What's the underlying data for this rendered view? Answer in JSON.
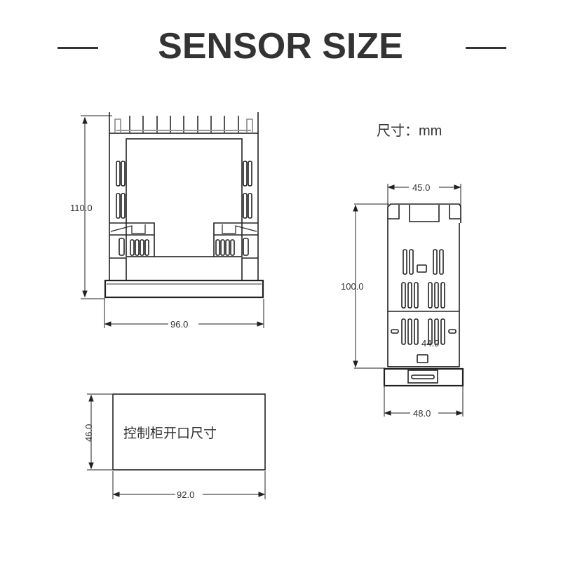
{
  "header": {
    "title": "SENSOR SIZE"
  },
  "unit_label": "尺寸：mm",
  "front_view": {
    "height_label": "110.0",
    "width_label": "96.0"
  },
  "side_view": {
    "top_width_label": "45.0",
    "height_label": "100.0",
    "inner_label": "44.0",
    "bottom_width_label": "48.0"
  },
  "cutout": {
    "label": "控制柜开口尺寸",
    "height_label": "46.0",
    "width_label": "92.0"
  }
}
